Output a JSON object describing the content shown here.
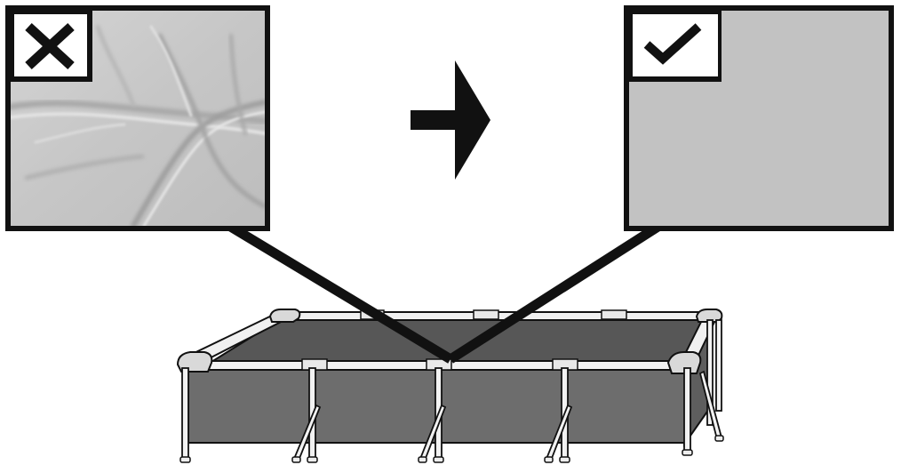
{
  "diagram": {
    "panels": [
      {
        "id": "incorrect",
        "state": "wrinkled",
        "badge_icon": "cross-icon"
      },
      {
        "id": "correct",
        "state": "smooth",
        "badge_icon": "check-icon"
      }
    ],
    "transition_icon": "arrow-right-icon",
    "subject_icon": "rectangular-frame-pool-icon",
    "colors": {
      "ink": "#111111",
      "panel_frame": "#1a1a1a",
      "wrinkled_fabric": "#c7c7c7",
      "smooth_fabric": "#c2c2c2",
      "pool_wall": "#6b6b6b",
      "pool_floor": "#595959",
      "pool_frame": "#f2f2f2",
      "background": "#ffffff"
    }
  }
}
